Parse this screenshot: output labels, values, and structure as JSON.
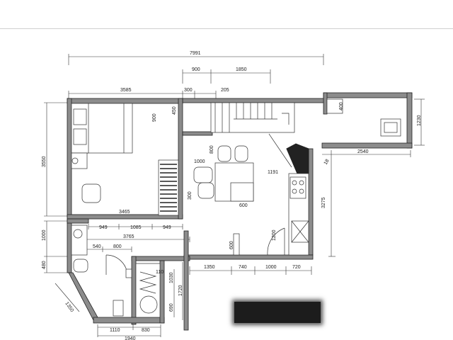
{
  "dimensions": {
    "top_total": "7991",
    "top_900": "900",
    "top_1850": "1850",
    "top_3585": "3585",
    "top_300": "300",
    "top_205": "205",
    "r_450": "450",
    "r_900": "900",
    "r_800": "800",
    "r_1000": "1000",
    "r_1191": "1191",
    "r_300": "300",
    "r_600": "600",
    "left_3550": "3550",
    "left_1000": "1000",
    "left_480": "480",
    "left_1350": "1350",
    "mid_3465": "3465",
    "mid_949a": "949",
    "mid_1085": "1085",
    "mid_949b": "949",
    "mid_3765": "3765",
    "mid_540": "540",
    "mid_800": "800",
    "right_400": "400",
    "right_1230": "1230",
    "right_2540": "2540",
    "right_3275": "3275",
    "right_18": "18",
    "b_1350": "1350",
    "b_740": "740",
    "b_1000": "1000",
    "b_720": "720",
    "b_600": "600",
    "b_1200": "1200",
    "b_110": "110",
    "b_1030": "1030",
    "b_1720": "1720",
    "b_690": "690",
    "bot_1110": "1110",
    "bot_830": "830",
    "bot_1940": "1940"
  },
  "colors": {
    "wall_fill": "#8c8c8c",
    "line": "#333333",
    "background": "#ffffff",
    "stamp": "#1c1c1c"
  }
}
